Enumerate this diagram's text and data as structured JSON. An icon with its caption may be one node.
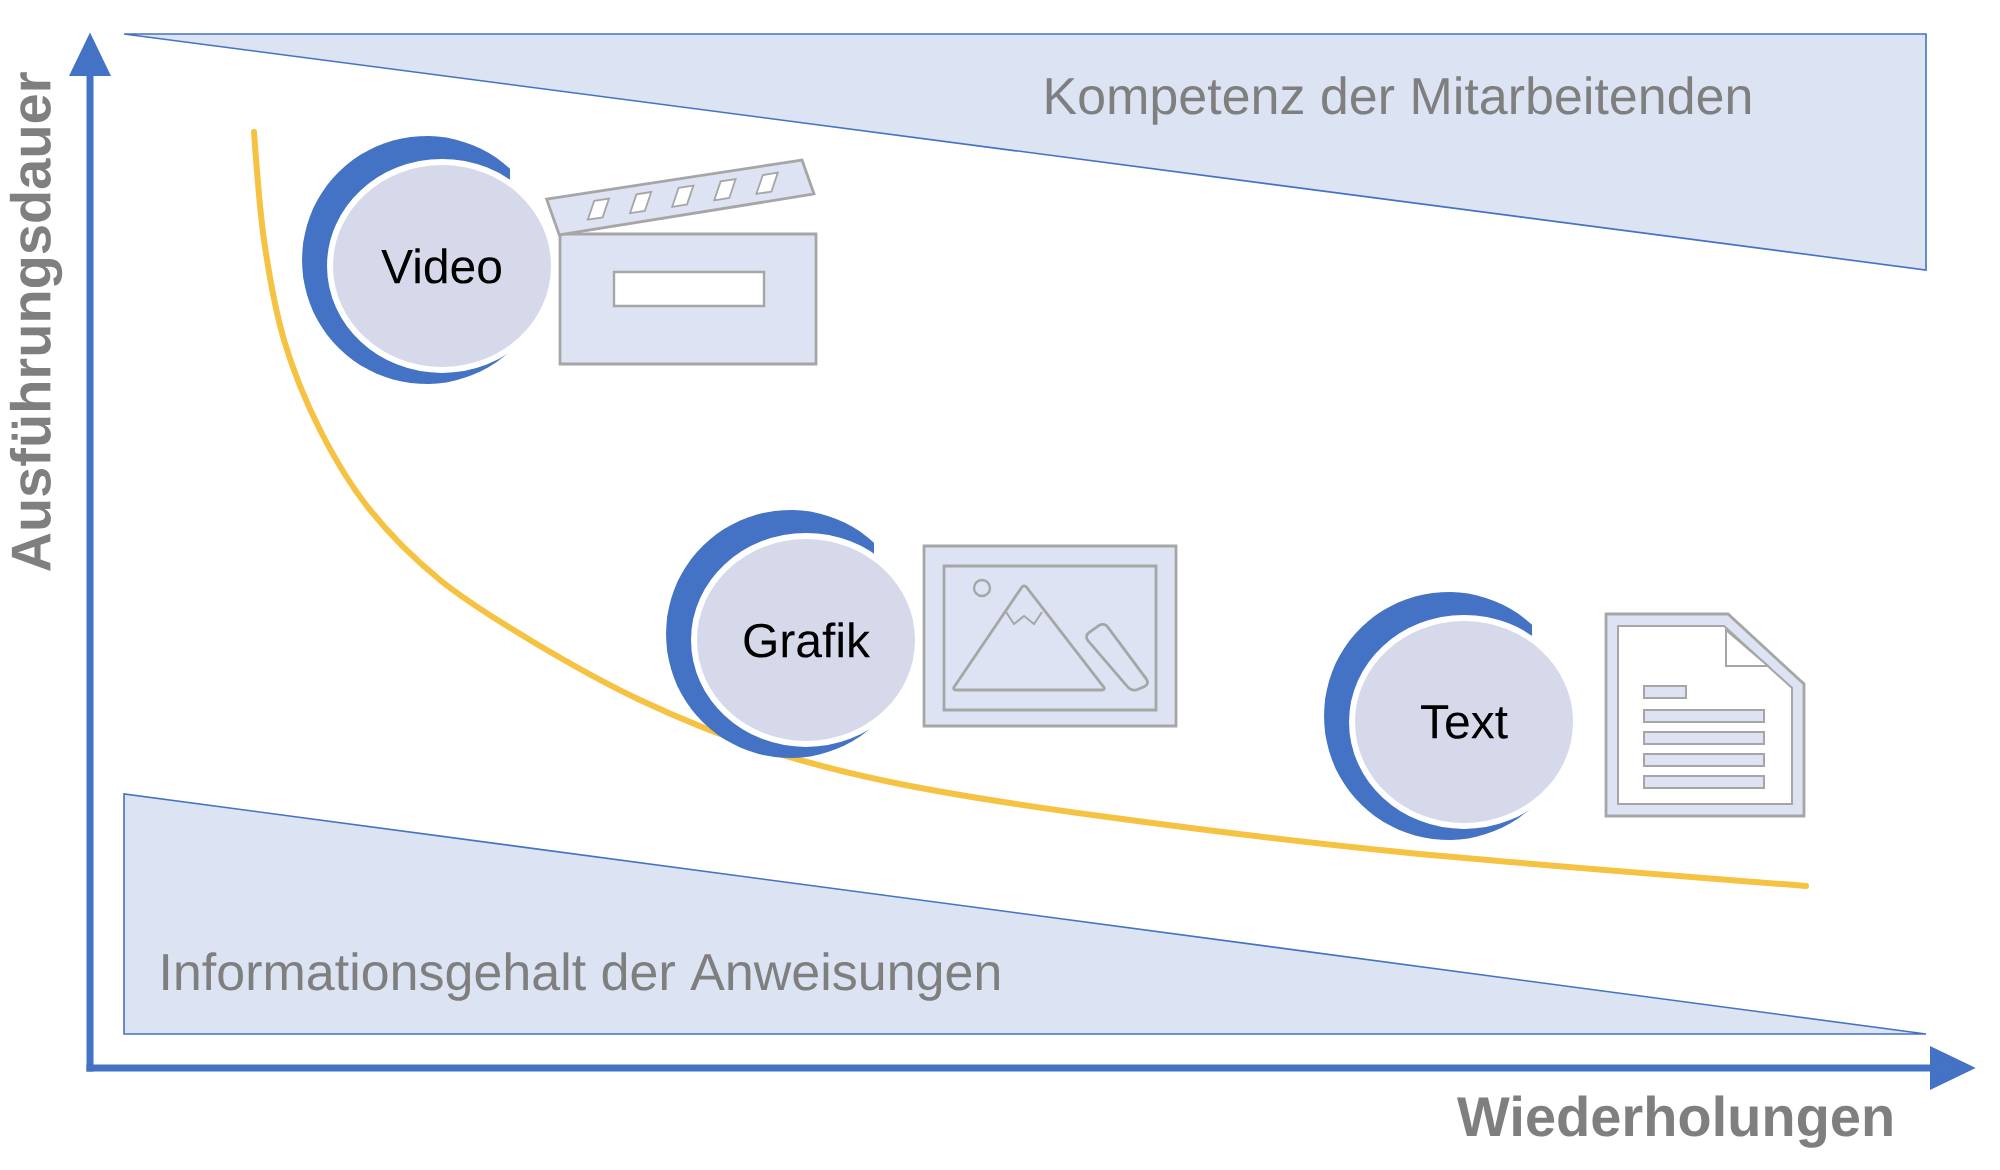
{
  "diagram": {
    "nodes": [
      {
        "text": [
          "Kompetenz der Mitarbeitenden"
        ]
      },
      {
        "text": [
          "Video"
        ]
      },
      {
        "text": [
          "Grafik"
        ]
      },
      {
        "text": [
          "Text"
        ]
      },
      {
        "text": [
          "Informationsgehalt der Anweisungen"
        ]
      }
    ],
    "labels": [
      "Ausführungsdauer",
      "Wiederholungen"
    ]
  }
}
